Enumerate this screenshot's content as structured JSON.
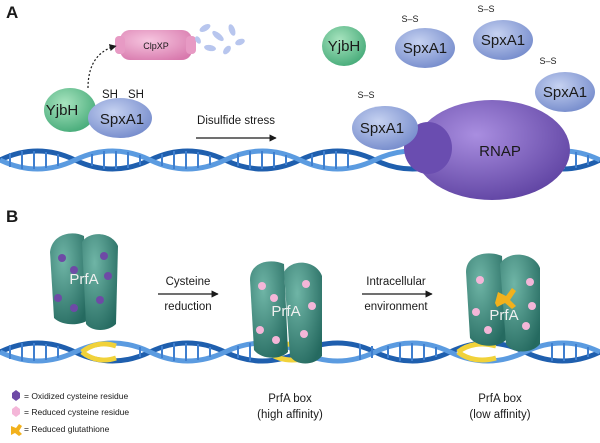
{
  "panels": {
    "a": "A",
    "b": "B"
  },
  "panel_a": {
    "clpxp": "ClpXP",
    "yjbh": "YjbH",
    "spxa1": "SpxA1",
    "sh_left": "SH",
    "sh_right": "SH",
    "arrow_label": "Disulfide stress",
    "yjbh_free": "YjbH",
    "spx_free_1": "SpxA1",
    "spx_free_2": "SpxA1",
    "spx_free_3": "SpxA1",
    "spx_bound": "SpxA1",
    "rnap": "RNAP",
    "ss": "S–S"
  },
  "panel_b": {
    "prfa_1": "PrfA",
    "prfa_2": "PrfA",
    "prfa_3": "PrfA",
    "arrow1_line1": "Cysteine",
    "arrow1_line2": "reduction",
    "arrow2_line1": "Intracellular",
    "arrow2_line2": "environment",
    "box_high_1": "PrfA box",
    "box_high_2": "(high affinity)",
    "box_low_1": "PrfA box",
    "box_low_2": "(low affinity)"
  },
  "legend": {
    "oxidized": "= Oxidized cysteine residue",
    "reduced": "= Reduced cysteine residue",
    "glutathione": "= Reduced glutathione"
  },
  "colors": {
    "dna_dark": "#1f5fae",
    "dna_light": "#5b9be0",
    "spx": "#8fa6dc",
    "yjbh": "#5fc18e",
    "clpxp": "#e79ac4",
    "rnap": "#7e5fc0",
    "prfa": "#3d8a7e",
    "prfa_box": "#f1d23a",
    "oxidized": "#6e4aa6",
    "reduced": "#f4b6d8",
    "glutathione": "#f2b11c"
  }
}
